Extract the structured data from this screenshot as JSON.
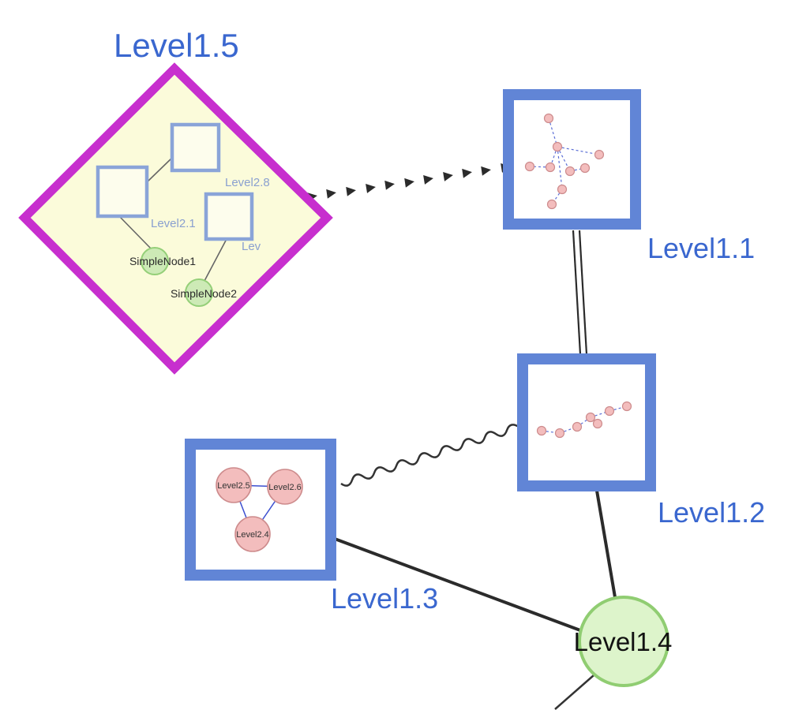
{
  "colors": {
    "label_blue": "#3a67cf",
    "node_border_blue": "#6185d6",
    "inner_square_border": "#8aa4d8",
    "diamond_border": "#c72fce",
    "diamond_fill": "#fbfbda",
    "green_fill": "#d5f0bf",
    "green_border": "#90cd72",
    "pink_fill": "#f3bdbd",
    "pink_border": "#cd8b8c",
    "edge_dark": "#2b2b2b",
    "inner_edge_blue": "#5c6fd6"
  },
  "nodes": {
    "level15": {
      "label": "Level1.5",
      "type": "group-diamond",
      "inner_squares": [
        {
          "label": "Level2.8"
        },
        {
          "label": "Level2.1"
        },
        {
          "label": "Lev"
        }
      ],
      "inner_nodes": [
        {
          "label": "SimpleNode1"
        },
        {
          "label": "SimpleNode2"
        }
      ]
    },
    "level11": {
      "label": "Level1.1",
      "type": "group-square-graph"
    },
    "level12": {
      "label": "Level1.2",
      "type": "group-square-graph"
    },
    "level13": {
      "label": "Level1.3",
      "type": "group-square",
      "inner_nodes": [
        {
          "label": "Level2.5"
        },
        {
          "label": "Level2.6"
        },
        {
          "label": "Level2.4"
        }
      ]
    },
    "level14": {
      "label": "Level1.4",
      "type": "circle"
    }
  },
  "edges": [
    {
      "from": "Level1.5",
      "to": "Level1.1",
      "style": "dashed-arrow"
    },
    {
      "from": "Level1.1",
      "to": "Level1.2",
      "style": "double-parallel"
    },
    {
      "from": "Level1.2",
      "to": "Level1.3",
      "style": "wavy"
    },
    {
      "from": "Level1.3",
      "to": "Level1.4",
      "style": "solid"
    },
    {
      "from": "Level1.2",
      "to": "Level1.4",
      "style": "solid"
    }
  ]
}
